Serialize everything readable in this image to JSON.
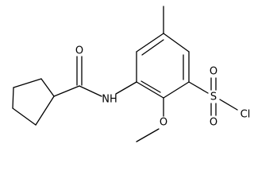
{
  "atoms": {
    "carbonyl_oxygen": "O",
    "amide_nitrogen": "NH",
    "methoxy_oxygen": "O",
    "sulfur": "S",
    "sulfonyl_oxygen_top": "O",
    "sulfonyl_oxygen_bottom": "O",
    "chlorine": "Cl"
  },
  "colors": {
    "line": "#000000",
    "background": "#ffffff"
  }
}
